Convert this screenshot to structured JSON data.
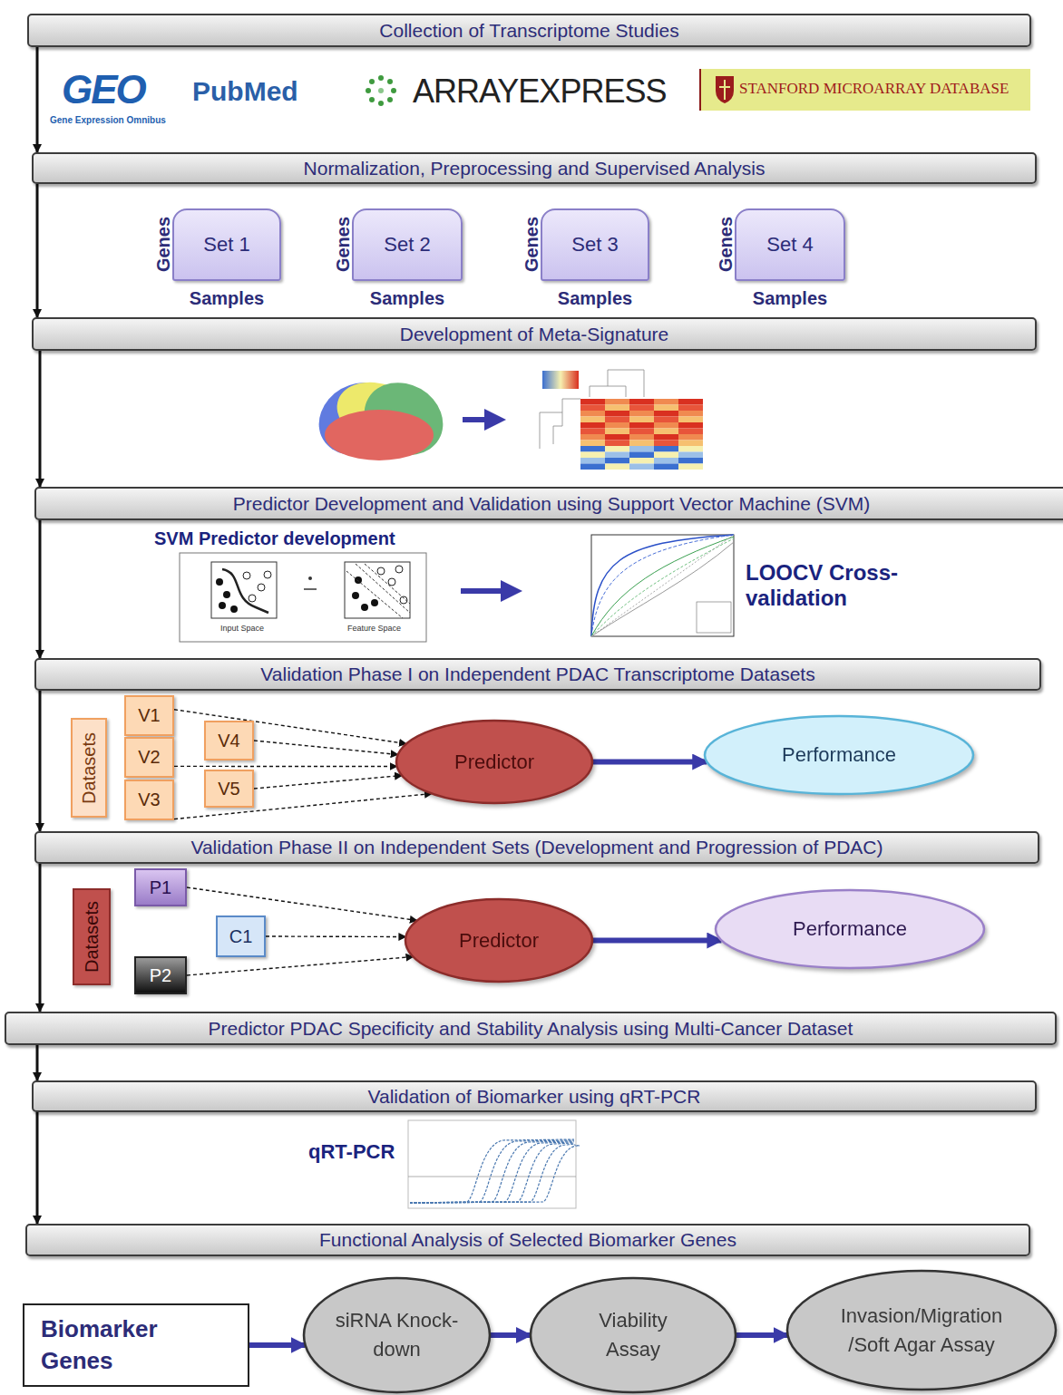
{
  "diagram": {
    "nodes": [
      {
        "text": [
          "Collection of Transcriptome Studies"
        ]
      },
      {
        "text": [
          "Normalization, Preprocessing and Supervised Analysis"
        ]
      },
      {
        "text": [
          "Set 1",
          "Genes",
          "Samples"
        ]
      },
      {
        "text": [
          "Set 2",
          "Genes",
          "Samples"
        ]
      },
      {
        "text": [
          "Set 3",
          "Genes",
          "Samples"
        ]
      },
      {
        "text": [
          "Set 4",
          "Genes",
          "Samples"
        ]
      },
      {
        "text": [
          "Development of Meta-Signature"
        ]
      },
      {
        "text": [
          "Predictor Development and Validation using Support Vector Machine (SVM)"
        ]
      },
      {
        "text": [
          "Validation Phase I on Independent PDAC Transcriptome Datasets"
        ]
      },
      {
        "text": [
          "Datasets"
        ]
      },
      {
        "text": [
          "V1"
        ]
      },
      {
        "text": [
          "V2"
        ]
      },
      {
        "text": [
          "V3"
        ]
      },
      {
        "text": [
          "V4"
        ]
      },
      {
        "text": [
          "V5"
        ]
      },
      {
        "text": [
          "Predictor"
        ]
      },
      {
        "text": [
          "Performance"
        ]
      },
      {
        "text": [
          "Validation Phase II on Independent Sets (Development and Progression of PDAC)"
        ]
      },
      {
        "text": [
          "Datasets"
        ]
      },
      {
        "text": [
          "P1"
        ]
      },
      {
        "text": [
          "C1"
        ]
      },
      {
        "text": [
          "P2"
        ]
      },
      {
        "text": [
          "Predictor"
        ]
      },
      {
        "text": [
          "Performance"
        ]
      },
      {
        "text": [
          "Predictor PDAC Specificity and Stability Analysis using Multi-Cancer Dataset"
        ]
      },
      {
        "text": [
          "Validation of Biomarker using qRT-PCR"
        ]
      },
      {
        "text": [
          "Functional Analysis of Selected Biomarker Genes"
        ]
      },
      {
        "text": [
          "Biomarker Genes"
        ]
      },
      {
        "text": [
          "siRNA Knock-down"
        ]
      },
      {
        "text": [
          "Viability Assay"
        ]
      },
      {
        "text": [
          "Invasion/Migration /Soft Agar Assay"
        ]
      }
    ],
    "edges": [
      {
        "from": 0,
        "to": 1,
        "arrow": "to"
      },
      {
        "from": 1,
        "to": 6,
        "arrow": "to"
      },
      {
        "from": 6,
        "to": 7,
        "arrow": "to"
      },
      {
        "from": 7,
        "to": 8,
        "arrow": "to"
      },
      {
        "from": 8,
        "to": 17,
        "arrow": "to"
      },
      {
        "from": 17,
        "to": 24,
        "arrow": "to"
      },
      {
        "from": 24,
        "to": 25,
        "arrow": "to"
      },
      {
        "from": 25,
        "to": 26,
        "arrow": "to"
      },
      {
        "from": 10,
        "to": 15,
        "arrow": "to"
      },
      {
        "from": 11,
        "to": 15,
        "arrow": "to"
      },
      {
        "from": 12,
        "to": 15,
        "arrow": "to"
      },
      {
        "from": 13,
        "to": 15,
        "arrow": "to"
      },
      {
        "from": 14,
        "to": 15,
        "arrow": "to"
      },
      {
        "from": 15,
        "to": 16,
        "arrow": "to"
      },
      {
        "from": 19,
        "to": 22,
        "arrow": "to"
      },
      {
        "from": 20,
        "to": 22,
        "arrow": "to"
      },
      {
        "from": 21,
        "to": 22,
        "arrow": "to"
      },
      {
        "from": 22,
        "to": 23,
        "arrow": "to"
      },
      {
        "from": 27,
        "to": 28,
        "arrow": "to"
      },
      {
        "from": 28,
        "to": 29,
        "arrow": "to"
      },
      {
        "from": 29,
        "to": 30,
        "arrow": "to"
      }
    ],
    "labels": [
      "GEO",
      "Gene Expression Omnibus",
      "PubMed",
      "ARRAYEXPRESS",
      "STANFORD MICROARRAY DATABASE",
      "SVM Predictor development",
      "Input Space",
      "Feature Space",
      "LOOCV Cross-validation",
      "qRT-PCR"
    ]
  }
}
